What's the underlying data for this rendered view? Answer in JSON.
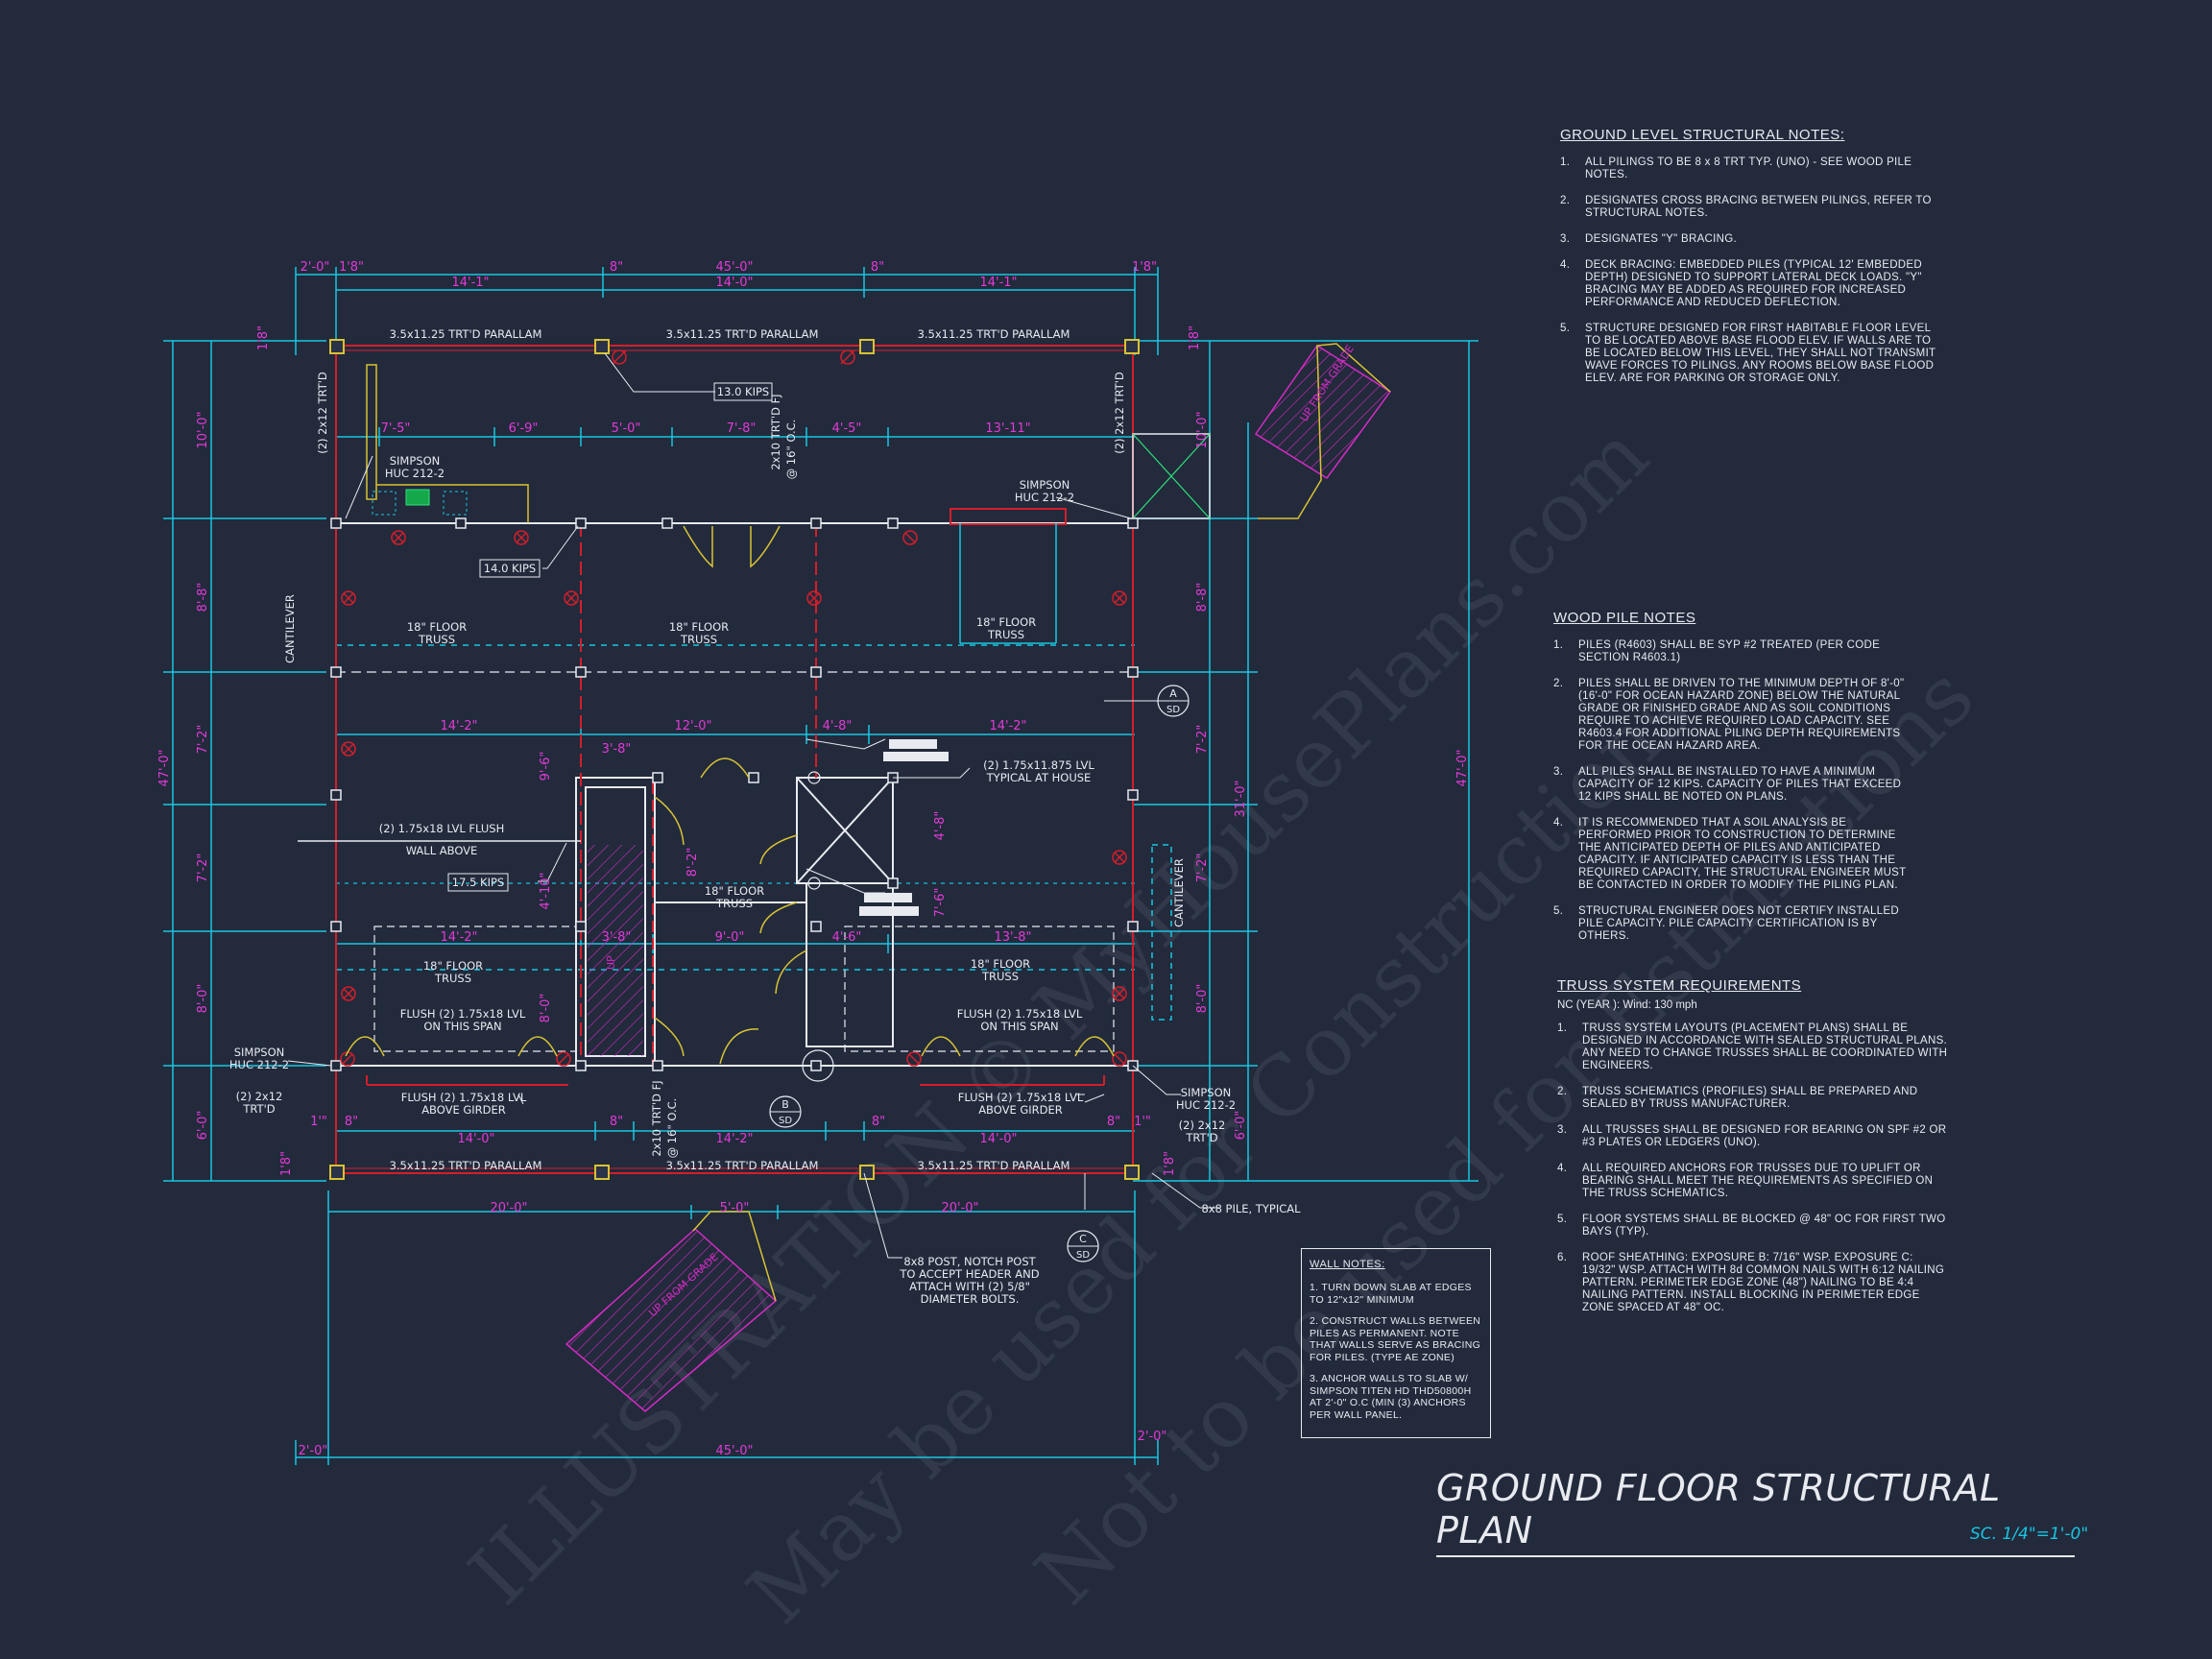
{
  "watermark": {
    "line1": "ILLUSTRATION © MyHousePlans.com",
    "line2": "May be used for Constructions",
    "line3": "Not to be used for Estimations"
  },
  "title": {
    "main": "GROUND FLOOR STRUCTURAL PLAN",
    "scale": "SC. 1/4\"=1'-0\""
  },
  "colors": {
    "background": "#222a3c",
    "dimension": "#19c6e0",
    "dimension_text": "#e33ad6",
    "wall": "#e8eaf0",
    "beam": "#d41e2a",
    "hatch": "#d42bc4",
    "post": "#d9c233",
    "door": "#d9c233"
  },
  "dimensions": {
    "top_row1": [
      "2'-0\"",
      "1'8\"",
      "14'-1\"",
      "8\"",
      "45'-0\"",
      "8\"",
      "14'-1\"",
      "1'8\""
    ],
    "top_row2": [
      "14'-0\""
    ],
    "bottom": [
      "2'-0\"",
      "45'-0\"",
      "2'-0\""
    ],
    "bottom_spans": [
      "20'-0\"",
      "5'-0\"",
      "20'-0\""
    ],
    "left_outer": [
      "47'-0\""
    ],
    "left_inner": [
      "10'-0\"",
      "8'-8\"",
      "7'-2\"",
      "7'-2\"",
      "8'-0\"",
      "6'-0\""
    ],
    "right_outer": [
      "47'-0\""
    ],
    "right_inner": [
      "10'-0\"",
      "8'-8\"",
      "7'-2\"",
      "31'-0\"",
      "7'-2\"",
      "8'-0\"",
      "6'-0\""
    ],
    "row_upper": [
      "7'-5\"",
      "6'-9\"",
      "5'-0\"",
      "7'-8\"",
      "4'-5\"",
      "13'-11\""
    ],
    "row_mid": [
      "14'-2\"",
      "12'-0\"",
      "4'-8\"",
      "14'-2\""
    ],
    "row_lower": [
      "14'-2\"",
      "3'-8\"",
      "9'-0\"",
      "4'-6\"",
      "13'-8\""
    ],
    "row_bottom": [
      "1'\"",
      "8\"",
      "14'-0\"",
      "8\"",
      "14'-2\"",
      "8\"",
      "14'-0\"",
      "8\"",
      "1'\""
    ],
    "stair_left": [
      "3'-8\""
    ],
    "interior_vertical": [
      "9'-6\"",
      "4'-10\"",
      "8'-0\"",
      "8'-2\"",
      "4'-8\"",
      "7'-6\""
    ],
    "small_marks": [
      "1'8\""
    ]
  },
  "labels": {
    "parallam": "3.5x11.25 TRT'D PARALLAM",
    "truss": "18\" FLOOR",
    "truss_sub": "TRUSS",
    "kips_13": "13.0 KIPS",
    "kips_14": "14.0 KIPS",
    "kips_17": "17.5 KIPS",
    "joist_top": "2x10 TRT'D FJ",
    "joist_spacing": "@ 16\" O.C.",
    "joist_bottom": "2x10 TRT'D FJ",
    "joist_bottom_spacing": "@ 16\" O.C.",
    "left_2x12": "(2) 2x12 TRT'D",
    "right_2x12": "(2) 2x12 TRT'D",
    "simpson_a": "SIMPSON",
    "simpson_a2": "HUC 212-2",
    "cantilever": "CANTILEVER",
    "lvl_house_1": "(2) 1.75x11.875 LVL",
    "lvl_house_2": "TYPICAL AT HOUSE",
    "lvl_flush_1": "(2) 1.75x18 LVL FLUSH",
    "lvl_flush_2": "WALL ABOVE",
    "flush_span_1": "FLUSH (2) 1.75x18 LVL",
    "flush_span_2": "ON THIS SPAN",
    "flush_girder_1": "FLUSH (2) 1.75x18 LVL",
    "flush_girder_2": "ABOVE GIRDER",
    "small_2x12_1": "(2) 2x12",
    "small_2x12_2": "TRT'D",
    "pile_typical": "8x8 PILE, TYPICAL",
    "post_1": "8x8 POST, NOTCH POST",
    "post_2": "TO ACCEPT HEADER AND",
    "post_3": "ATTACH WITH (2) 5/8\"",
    "post_4": "DIAMETER BOLTS.",
    "stair_up": "UP",
    "stair_up_long": "UP FROM GRADE",
    "section_a": "A",
    "section_b": "B",
    "section_c": "C",
    "section_sd": "SD"
  },
  "ground_notes": {
    "title": "GROUND LEVEL STRUCTURAL NOTES:",
    "items": [
      {
        "n": "1.",
        "text": "ALL PILINGS TO BE 8 x 8 TRT TYP. (UNO) - SEE WOOD PILE NOTES."
      },
      {
        "n": "2.",
        "text": "DESIGNATES CROSS BRACING BETWEEN PILINGS, REFER TO STRUCTURAL NOTES."
      },
      {
        "n": "3.",
        "text": "DESIGNATES \"Y\" BRACING."
      },
      {
        "n": "4.",
        "text": "DECK BRACING: EMBEDDED PILES (TYPICAL 12' EMBEDDED DEPTH) DESIGNED TO SUPPORT LATERAL DECK LOADS. \"Y\" BRACING MAY BE ADDED AS REQUIRED FOR INCREASED PERFORMANCE AND REDUCED DEFLECTION."
      },
      {
        "n": "5.",
        "text": "STRUCTURE DESIGNED FOR FIRST HABITABLE FLOOR LEVEL TO BE LOCATED ABOVE BASE FLOOD ELEV. IF WALLS ARE TO BE LOCATED BELOW THIS LEVEL, THEY SHALL NOT TRANSMIT WAVE FORCES TO PILINGS. ANY ROOMS BELOW BASE FLOOD ELEV. ARE FOR PARKING OR STORAGE ONLY."
      }
    ]
  },
  "pile_notes": {
    "title": "WOOD PILE NOTES",
    "items": [
      {
        "n": "1.",
        "text": "PILES (R4603) SHALL BE SYP #2 TREATED (PER CODE SECTION R4603.1)"
      },
      {
        "n": "2.",
        "text": "PILES SHALL BE DRIVEN TO THE MINIMUM DEPTH OF 8'-0\" (16'-0\" FOR OCEAN HAZARD ZONE) BELOW THE NATURAL GRADE OR FINISHED GRADE AND AS SOIL CONDITIONS REQUIRE TO ACHIEVE REQUIRED LOAD CAPACITY. SEE R4603.4 FOR ADDITIONAL PILING DEPTH REQUIREMENTS FOR THE OCEAN HAZARD AREA."
      },
      {
        "n": "3.",
        "text": "ALL PILES SHALL BE INSTALLED TO HAVE A MINIMUM CAPACITY OF 12 KIPS. CAPACITY OF PILES THAT EXCEED 12 KIPS SHALL BE NOTED ON PLANS."
      },
      {
        "n": "4.",
        "text": "IT IS RECOMMENDED THAT A SOIL ANALYSIS BE PERFORMED PRIOR TO CONSTRUCTION TO DETERMINE THE ANTICIPATED DEPTH OF PILES AND ANTICIPATED CAPACITY. IF ANTICIPATED CAPACITY IS LESS THAN THE REQUIRED CAPACITY, THE STRUCTURAL ENGINEER MUST BE CONTACTED IN ORDER TO MODIFY THE PILING PLAN."
      },
      {
        "n": "5.",
        "text": "STRUCTURAL ENGINEER DOES NOT CERTIFY INSTALLED PILE CAPACITY. PILE CAPACITY CERTIFICATION IS BY OTHERS."
      }
    ]
  },
  "truss_notes": {
    "title": "TRUSS SYSTEM REQUIREMENTS",
    "subtitle": "NC (YEAR ): Wind: 130 mph",
    "items": [
      {
        "n": "1.",
        "text": "TRUSS SYSTEM LAYOUTS (PLACEMENT PLANS) SHALL BE DESIGNED IN ACCORDANCE WITH SEALED STRUCTURAL PLANS. ANY NEED TO CHANGE TRUSSES SHALL BE COORDINATED WITH ENGINEERS."
      },
      {
        "n": "2.",
        "text": "TRUSS SCHEMATICS (PROFILES) SHALL BE PREPARED AND SEALED BY TRUSS MANUFACTURER."
      },
      {
        "n": "3.",
        "text": "ALL TRUSSES SHALL BE DESIGNED FOR BEARING ON SPF #2 OR #3 PLATES OR LEDGERS (UNO)."
      },
      {
        "n": "4.",
        "text": "ALL REQUIRED ANCHORS FOR TRUSSES DUE TO UPLIFT OR BEARING SHALL MEET THE REQUIREMENTS AS SPECIFIED ON THE TRUSS SCHEMATICS."
      },
      {
        "n": "5.",
        "text": "FLOOR SYSTEMS SHALL BE BLOCKED @ 48\" OC FOR FIRST TWO BAYS (TYP)."
      },
      {
        "n": "6.",
        "text": "ROOF SHEATHING: EXPOSURE B: 7/16\" WSP. EXPOSURE C: 19/32\" WSP. ATTACH WITH 8d COMMON NAILS WITH 6:12 NAILING PATTERN. PERIMETER EDGE ZONE (48\") NAILING TO BE 4:4 NAILING PATTERN. INSTALL BLOCKING IN PERIMETER EDGE ZONE SPACED AT 48\" OC."
      }
    ]
  },
  "wall_notes": {
    "title": "WALL NOTES:",
    "items": [
      {
        "n": "1.",
        "text": "1. TURN DOWN SLAB AT EDGES TO 12\"x12\" MINIMUM"
      },
      {
        "n": "2.",
        "text": "2. CONSTRUCT WALLS BETWEEN PILES AS PERMANENT. NOTE THAT WALLS SERVE AS BRACING FOR PILES. (TYPE AE ZONE)"
      },
      {
        "n": "3.",
        "text": "3. ANCHOR WALLS TO SLAB W/ SIMPSON TITEN HD THD50800H AT 2'-0\" O.C (MIN (3) ANCHORS PER WALL PANEL."
      }
    ]
  }
}
